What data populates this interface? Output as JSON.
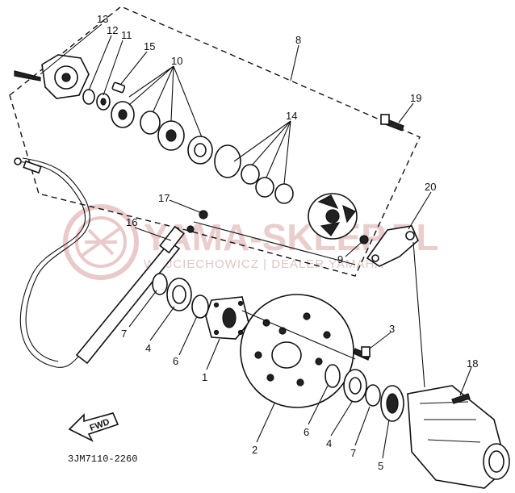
{
  "watermark": {
    "brand": "YAMA-SKLEP.PL",
    "subtitle": "WOJCIECHOWICZ | DEALER YAMAHA"
  },
  "diagram_code": "3JM7110-2260",
  "fwd_label": "FWD",
  "callouts": [
    {
      "id": "c13",
      "text": "13"
    },
    {
      "id": "c12",
      "text": "12"
    },
    {
      "id": "c11",
      "text": "11"
    },
    {
      "id": "c15",
      "text": "15"
    },
    {
      "id": "c10",
      "text": "10"
    },
    {
      "id": "c8",
      "text": "8"
    },
    {
      "id": "c19",
      "text": "19"
    },
    {
      "id": "c14",
      "text": "14"
    },
    {
      "id": "c17",
      "text": "17"
    },
    {
      "id": "c20",
      "text": "20"
    },
    {
      "id": "c16",
      "text": "16"
    },
    {
      "id": "c9",
      "text": "9"
    },
    {
      "id": "c7a",
      "text": "7"
    },
    {
      "id": "c4a",
      "text": "4"
    },
    {
      "id": "c6a",
      "text": "6"
    },
    {
      "id": "c1",
      "text": "1"
    },
    {
      "id": "c3",
      "text": "3"
    },
    {
      "id": "c18",
      "text": "18"
    },
    {
      "id": "c2",
      "text": "2"
    },
    {
      "id": "c6b",
      "text": "6"
    },
    {
      "id": "c4b",
      "text": "4"
    },
    {
      "id": "c7b",
      "text": "7"
    },
    {
      "id": "c5",
      "text": "5"
    }
  ]
}
